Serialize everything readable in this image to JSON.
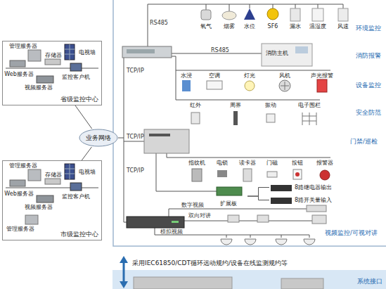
{
  "diagram": {
    "nodes": [
      {
        "text": [
          "省级监控中心"
        ]
      },
      {
        "text": [
          "管理服务器"
        ],
        "in": 0
      },
      {
        "text": [
          "存储器"
        ],
        "in": 0
      },
      {
        "text": [
          "电视墙"
        ],
        "in": 0
      },
      {
        "text": [
          "Web服务器"
        ],
        "in": 0
      },
      {
        "text": [
          "监控客户机"
        ],
        "in": 0
      },
      {
        "text": [
          "视频服务器"
        ],
        "in": 0
      },
      {
        "text": [
          "市级监控中心"
        ]
      },
      {
        "text": [
          "管理服务器"
        ],
        "in": 7
      },
      {
        "text": [
          "存储器"
        ],
        "in": 7
      },
      {
        "text": [
          "电视墙"
        ],
        "in": 7
      },
      {
        "text": [
          "Web服务器"
        ],
        "in": 7
      },
      {
        "text": [
          "监控客户机"
        ],
        "in": 7
      },
      {
        "text": [
          "视频服务器"
        ],
        "in": 7
      },
      {
        "text": [
          "管理服务器"
        ],
        "in": 7
      },
      {
        "text": [
          "业务网络"
        ]
      },
      {
        "text": [
          "氧气"
        ]
      },
      {
        "text": [
          "烟雾"
        ]
      },
      {
        "text": [
          "水位"
        ]
      },
      {
        "text": [
          "SF6"
        ]
      },
      {
        "text": [
          "漏水"
        ]
      },
      {
        "text": [
          "温湿度"
        ]
      },
      {
        "text": [
          "风速"
        ]
      },
      {
        "text": [
          "消防主机"
        ]
      },
      {
        "text": [
          "水浸"
        ]
      },
      {
        "text": [
          "空调"
        ]
      },
      {
        "text": [
          "灯光"
        ]
      },
      {
        "text": [
          "风机"
        ]
      },
      {
        "text": [
          "声光报警"
        ]
      },
      {
        "text": [
          "红外"
        ]
      },
      {
        "text": [
          "周界"
        ]
      },
      {
        "text": [
          "振动"
        ]
      },
      {
        "text": [
          "电子围栏"
        ]
      },
      {
        "text": [
          "指纹机"
        ]
      },
      {
        "text": [
          "电锁"
        ]
      },
      {
        "text": [
          "读卡器"
        ]
      },
      {
        "text": [
          "门磁"
        ]
      },
      {
        "text": [
          "按钮"
        ]
      },
      {
        "text": [
          "报警器"
        ]
      },
      {
        "text": [
          "扩展板"
        ]
      },
      {
        "text": [
          "8路继电器输出"
        ]
      },
      {
        "text": [
          "8路开关量输入"
        ]
      }
    ],
    "edges": [
      {
        "from": 15,
        "to": 0,
        "arrow": "none"
      },
      {
        "from": 15,
        "to": 7,
        "arrow": "none"
      },
      {
        "from": 39,
        "to": 40,
        "arrow": "none"
      },
      {
        "from": 39,
        "to": 41,
        "arrow": "none"
      }
    ],
    "labels": [
      "RS485",
      "RS485",
      "TCP/IP",
      "TCP/IP",
      "TCP/IP",
      "环境监控",
      "消防报警",
      "设备监控",
      "安全防范",
      "门禁/巡检",
      "数字视频",
      "双向对讲",
      "模拟视频",
      "视频监控/可视对讲",
      "采用IEC61850/CDT循环远动规约/设备在线监测规约等",
      "系统接口"
    ]
  }
}
